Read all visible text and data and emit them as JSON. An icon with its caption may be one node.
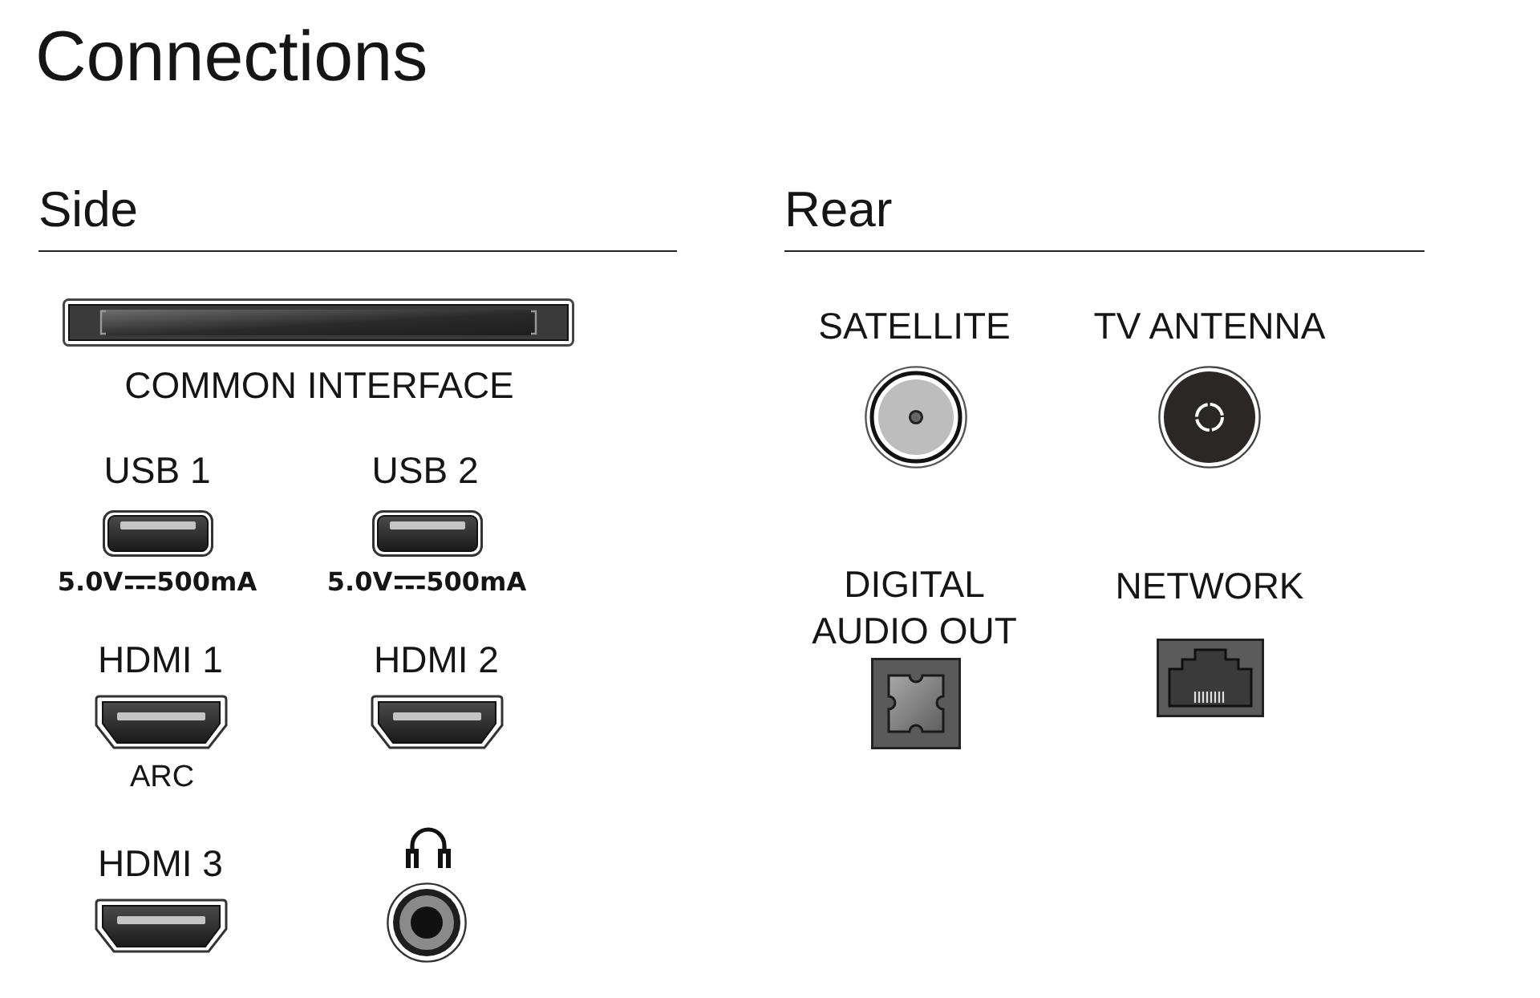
{
  "diagram": {
    "title": "Connections",
    "labels": [
      "Side",
      "COMMON INTERFACE",
      "USB 1",
      "USB 2",
      "5.0V",
      "500mA",
      "5.0V",
      "500mA",
      "HDMI 1",
      "HDMI 2",
      "ARC",
      "HDMI 3",
      "Rear",
      "SATELLITE",
      "TV ANTENNA",
      "DIGITAL AUDIO OUT",
      "NETWORK"
    ]
  }
}
